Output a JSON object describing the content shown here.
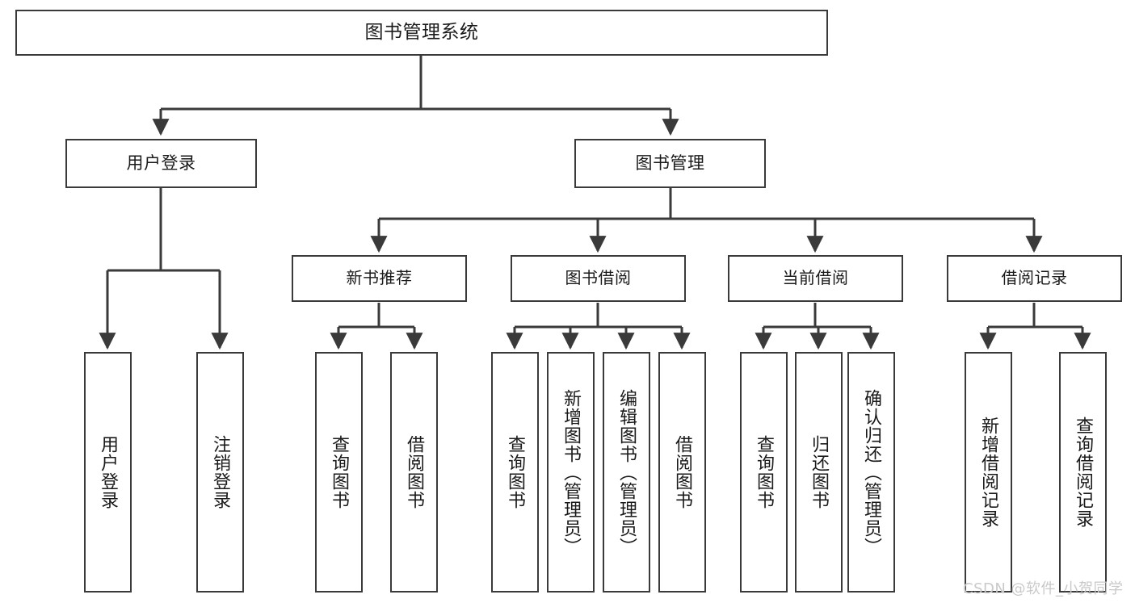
{
  "diagram": {
    "type": "hierarchy-tree",
    "title": "图书管理系统",
    "watermark": "CSDN @软件_小贺同学",
    "colors": {
      "background": "#ffffff",
      "box_border": "#3a3a3a",
      "box_fill": "#ffffff",
      "connector": "#3a3a3a",
      "text": "#1a1a1a",
      "watermark": "#c9c9c9"
    },
    "root": {
      "label": "图书管理系统"
    },
    "level1": [
      {
        "label": "用户登录"
      },
      {
        "label": "图书管理"
      }
    ],
    "level2": [
      {
        "label": "新书推荐"
      },
      {
        "label": "图书借阅"
      },
      {
        "label": "当前借阅"
      },
      {
        "label": "借阅记录"
      }
    ],
    "leaves": [
      {
        "label": "用户登录",
        "parent": "用户登录"
      },
      {
        "label": "注销登录",
        "parent": "用户登录"
      },
      {
        "label": "查询图书",
        "parent": "新书推荐"
      },
      {
        "label": "借阅图书",
        "parent": "新书推荐"
      },
      {
        "label": "查询图书",
        "parent": "图书借阅"
      },
      {
        "label": "新增图书（管理员）",
        "parent": "图书借阅"
      },
      {
        "label": "编辑图书（管理员）",
        "parent": "图书借阅"
      },
      {
        "label": "借阅图书",
        "parent": "图书借阅"
      },
      {
        "label": "查询图书",
        "parent": "当前借阅"
      },
      {
        "label": "归还图书",
        "parent": "当前借阅"
      },
      {
        "label": "确认归还（管理员）",
        "parent": "当前借阅"
      },
      {
        "label": "新增借阅记录",
        "parent": "借阅记录"
      },
      {
        "label": "查询借阅记录",
        "parent": "借阅记录"
      }
    ]
  }
}
